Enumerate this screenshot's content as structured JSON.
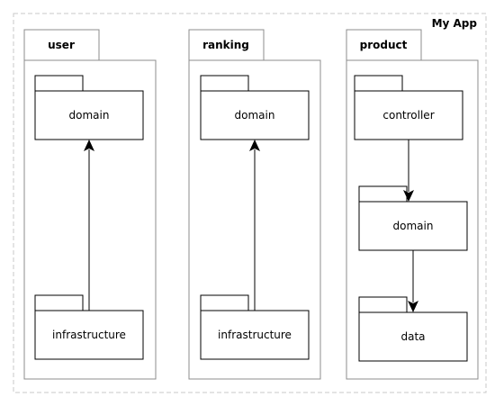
{
  "app": {
    "title": "My App"
  },
  "packages": {
    "user": {
      "title": "user",
      "nodes": {
        "domain": "domain",
        "infrastructure": "infrastructure"
      }
    },
    "ranking": {
      "title": "ranking",
      "nodes": {
        "domain": "domain",
        "infrastructure": "infrastructure"
      }
    },
    "product": {
      "title": "product",
      "nodes": {
        "controller": "controller",
        "domain": "domain",
        "data": "data"
      }
    }
  },
  "dependencies": [
    {
      "from": "user.infrastructure",
      "to": "user.domain"
    },
    {
      "from": "ranking.infrastructure",
      "to": "ranking.domain"
    },
    {
      "from": "product.controller",
      "to": "product.domain"
    },
    {
      "from": "product.domain",
      "to": "product.data"
    }
  ]
}
